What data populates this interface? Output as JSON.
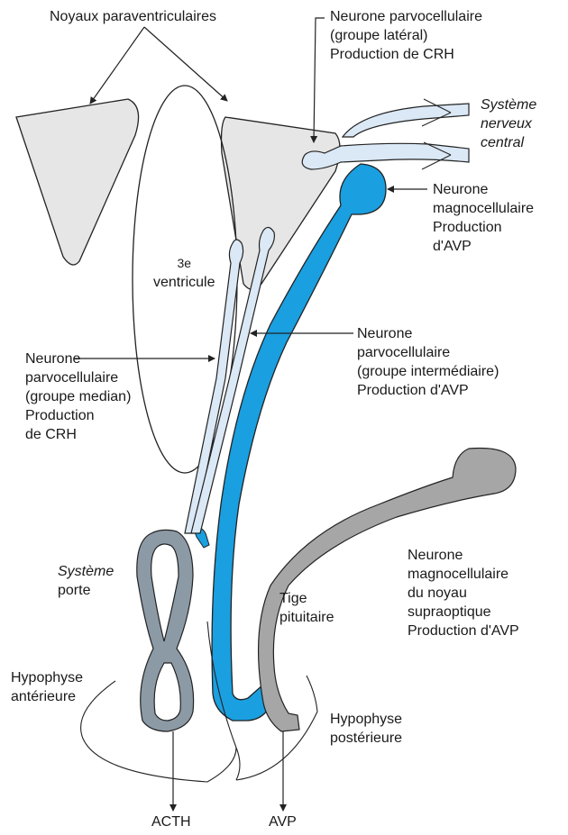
{
  "labels": {
    "noyaux_paraventriculaires": "Noyaux paraventriculaires",
    "parvo_lateral": [
      "Neurone parvocellulaire",
      "(groupe latéral)",
      "Production de CRH"
    ],
    "systeme_nerveux": [
      "Système",
      "nerveux",
      "central"
    ],
    "magno_avp": [
      "Neurone",
      "magnocellulaire",
      "Production",
      "d'AVP"
    ],
    "ventricule": [
      "3e",
      "ventricule"
    ],
    "parvo_intermediaire": [
      "Neurone",
      "parvocellulaire",
      "(groupe intermédiaire)",
      "Production d'AVP"
    ],
    "parvo_median": [
      "Neurone",
      "parvocellulaire",
      "(groupe median)",
      "Production",
      "de CRH"
    ],
    "systeme_porte": [
      "Système",
      "porte"
    ],
    "tige_pituitaire": [
      "Tige",
      "pituitaire"
    ],
    "magno_supraoptique": [
      "Neurone",
      "magnocellulaire",
      "du noyau",
      "supraoptique",
      "Production d'AVP"
    ],
    "hypophyse_anterieure": [
      "Hypophyse",
      "antérieure"
    ],
    "hypophyse_posterieure": [
      "Hypophyse",
      "postérieure"
    ],
    "acth": "ACTH",
    "avp": "AVP"
  },
  "colors": {
    "paraventricular_fill": "#e6e6e6",
    "light_blue_neuron": "#dbe8f5",
    "bright_blue_neuron": "#1a9fe0",
    "gray_neuron": "#a6a6a6",
    "portal_system": "#8c9aa6",
    "outline": "#222222"
  }
}
